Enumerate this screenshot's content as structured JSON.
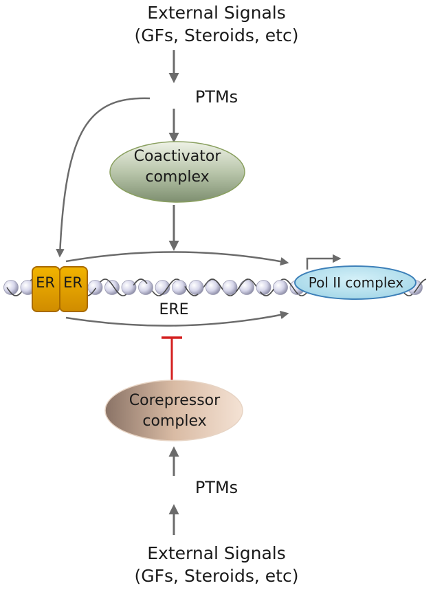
{
  "top_signals": {
    "line1": "External Signals",
    "line2": "(GFs, Steroids, etc)"
  },
  "top_ptms": "PTMs",
  "coactivator": {
    "line1": "Coactivator",
    "line2": "complex"
  },
  "er_left": "ER",
  "er_right": "ER",
  "ere": "ERE",
  "pol2": "Pol II complex",
  "corepressor": {
    "line1": "Corepressor",
    "line2": "complex"
  },
  "bottom_ptms": "PTMs",
  "bottom_signals": {
    "line1": "External Signals",
    "line2": "(GFs, Steroids, etc)"
  },
  "colors": {
    "arrow": "#6b6b6b",
    "inhibition": "#d42020",
    "er_fill": "#e8a400",
    "pol2_fill": "#a8dcec",
    "coactivator_fill": "#a9b89a",
    "corepressor_fill": "#c9a890",
    "bead": "#d0d0e6"
  }
}
